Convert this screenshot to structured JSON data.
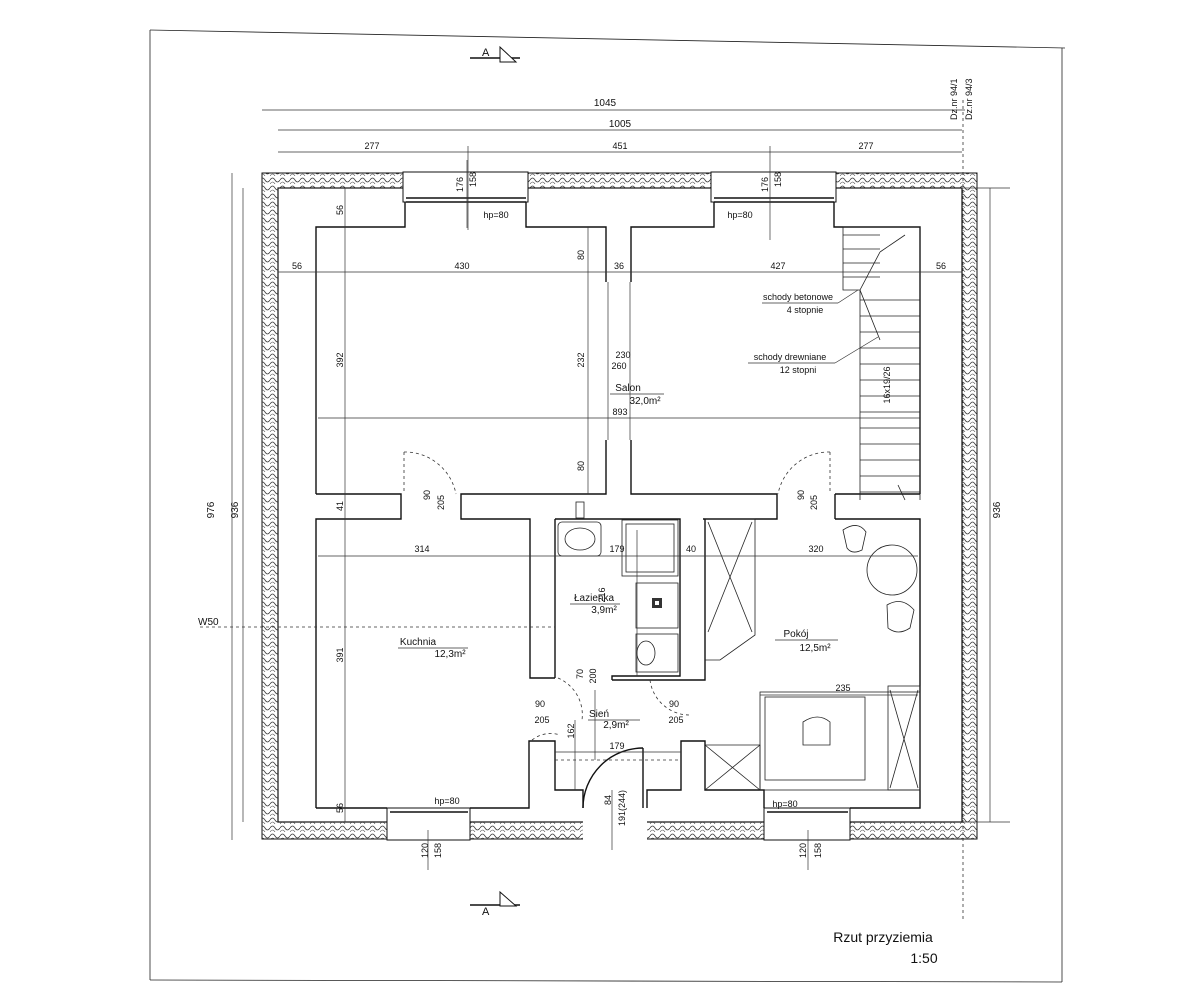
{
  "drawing": {
    "title": "Rzut przyziemia",
    "scale": "1:50"
  },
  "plots": {
    "plot_a": "Dz.nr 94/1",
    "plot_b": "Dz.nr 94/3"
  },
  "section_marker": "A",
  "wall_marker": "W50",
  "rooms": {
    "salon": {
      "name": "Salon",
      "area": "32,0m²"
    },
    "kuchnia": {
      "name": "Kuchnia",
      "area": "12,3m²"
    },
    "lazienka": {
      "name": "Łazienka",
      "area": "3,9m²"
    },
    "pokoj": {
      "name": "Pokój",
      "area": "12,5m²"
    },
    "sien": {
      "name": "Sień",
      "area": "2,9m²"
    }
  },
  "stairs": {
    "concrete_label": "schody betonowe",
    "concrete_steps": "4 stopnie",
    "wooden_label": "schody drewniane",
    "wooden_steps": "12 stopni",
    "dims": "16x19/26"
  },
  "windows": {
    "sill_label": "hp=80",
    "top_dims": [
      "176",
      "158"
    ],
    "bottom_dims": [
      "120",
      "158"
    ]
  },
  "dimensions": {
    "overall_outer": "1045",
    "overall_inner": "1005",
    "top_left_seg": "277",
    "top_mid_seg": "451",
    "top_right_seg": "277",
    "left_total_outer": "976",
    "left_total_inner": "936",
    "right_total": "936",
    "row_56_left": "56",
    "row_430": "430",
    "row_36": "36",
    "row_427": "427",
    "row_56_right": "56",
    "v_56_top": "56",
    "v_392": "392",
    "v_41": "41",
    "v_391": "391",
    "v_56_bottom": "56",
    "v_80_top": "80",
    "v_232": "232",
    "v_80_bottom": "80",
    "opening_230": "230",
    "opening_260": "260",
    "span_893": "893",
    "door_90": "90",
    "door_205": "205",
    "k_314": "314",
    "b_179": "179",
    "b_40": "40",
    "p_320": "320",
    "b_216": "216",
    "v_70": "70",
    "v_200": "200",
    "v_162": "162",
    "s_179": "179",
    "e_84": "84",
    "e_191": "191(244)",
    "d_235": "235"
  }
}
